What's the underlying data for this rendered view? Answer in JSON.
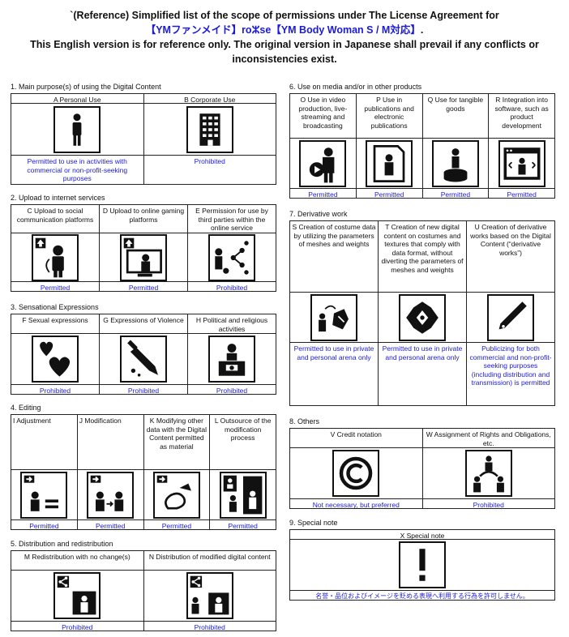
{
  "header": {
    "line1": "`(Reference) Simplified list of the scope of permissions under The License Agreement for",
    "line2": "【YMファンメイド】roⵣse【YM Body Woman S / M対応】",
    "line2_tail": ".",
    "line3": "This English version is for reference only. The original version in Japanese shall prevail if any conflicts or",
    "line4": "inconsistencies exist."
  },
  "s1": {
    "title": "1. Main purpose(s) of using the Digital Content",
    "cols": [
      {
        "label": "A Personal Use",
        "icon": "person-icon",
        "status": "Permitted to use in activities with commercial or non-profit-seeking purposes"
      },
      {
        "label": "B  Corporate Use",
        "icon": "building-icon",
        "status": "Prohibited"
      }
    ]
  },
  "s2": {
    "title": "2. Upload to internet services",
    "cols": [
      {
        "label": "C Upload to social communication platforms",
        "icon": "upload-avatar-icon",
        "status": "Permitted"
      },
      {
        "label": "D Upload to online gaming platforms",
        "icon": "upload-monitor-icon",
        "status": "Permitted"
      },
      {
        "label": "E Permission for use by third parties within the online service",
        "icon": "share-users-icon",
        "status": "Prohibited"
      }
    ]
  },
  "s3": {
    "title": "3. Sensational Expressions",
    "cols": [
      {
        "label": "F Sexual expressions",
        "icon": "hearts-icon",
        "status": "Prohibited"
      },
      {
        "label": "G Expressions of Violence",
        "icon": "knife-icon",
        "status": "Prohibited"
      },
      {
        "label": "H Political and religious activities",
        "icon": "podium-icon",
        "status": "Prohibited"
      }
    ]
  },
  "s4": {
    "title": "4. Editing",
    "cols": [
      {
        "label": "I Adjustment",
        "icon": "adjust-icon",
        "status": "Permitted"
      },
      {
        "label": "J Modification",
        "icon": "modify-icon",
        "status": "Permitted"
      },
      {
        "label": "K Modifying other data with the Digital Content permitted as material",
        "icon": "modify-other-icon",
        "status": "Permitted"
      },
      {
        "label": "L Outsource of the modification process",
        "icon": "outsource-icon",
        "status": "Permitted"
      }
    ]
  },
  "s5": {
    "title": "5. Distribution and redistribution",
    "cols": [
      {
        "label": "M Redistribution with no change(s)",
        "icon": "redistribute-icon",
        "status": "Prohibited"
      },
      {
        "label": "N Distribution of modified digital content",
        "icon": "distribute-modified-icon",
        "status": "Prohibited"
      }
    ]
  },
  "s6": {
    "title": "6. Use on media and/or in other products",
    "cols": [
      {
        "label": "O Use in video production, live-streaming and broadcasting",
        "icon": "video-icon",
        "status": "Permitted"
      },
      {
        "label": "P Use in publications and electronic publications",
        "icon": "publication-icon",
        "status": "Permitted"
      },
      {
        "label": "Q Use for tangible goods",
        "icon": "goods-icon",
        "status": "Permitted"
      },
      {
        "label": "R Integration into software, such as product development",
        "icon": "software-icon",
        "status": "Permitted"
      }
    ]
  },
  "s7": {
    "title": "7. Derivative work",
    "cols": [
      {
        "label": "S Creation of costume data by utilizing the parameters of meshes and weights",
        "icon": "costume-params-icon",
        "status": "Permitted to use in private and personal arena only"
      },
      {
        "label": "T Creation of new digital content on costumes and textures that comply with data format, without diverting the parameters of meshes and weights",
        "icon": "new-content-icon",
        "status": "Permitted to use in private and personal arena only"
      },
      {
        "label": "U Creation of derivative works based on the Digital Content (“derivative works”)",
        "icon": "pen-icon",
        "status": "Publicizing for both commercial and non-profit-seeking purposes (including distribution and transmission) is permitted"
      }
    ]
  },
  "s8": {
    "title": "8. Others",
    "cols": [
      {
        "label": "V Credit notation",
        "icon": "copyright-icon",
        "status": "Not necessary, but preferred"
      },
      {
        "label": "W Assignment of Rights and Obligations, etc.",
        "icon": "transfer-icon",
        "status": "Prohibited"
      }
    ]
  },
  "s9": {
    "title": "9. Special note",
    "cols": [
      {
        "label": "X Special note",
        "icon": "exclamation-icon",
        "status": "名誉・品位およびイメージを貶める表現へ利用する行為を許可しません。"
      }
    ]
  },
  "colors": {
    "status": "#1b1bd6",
    "border": "#222222"
  }
}
